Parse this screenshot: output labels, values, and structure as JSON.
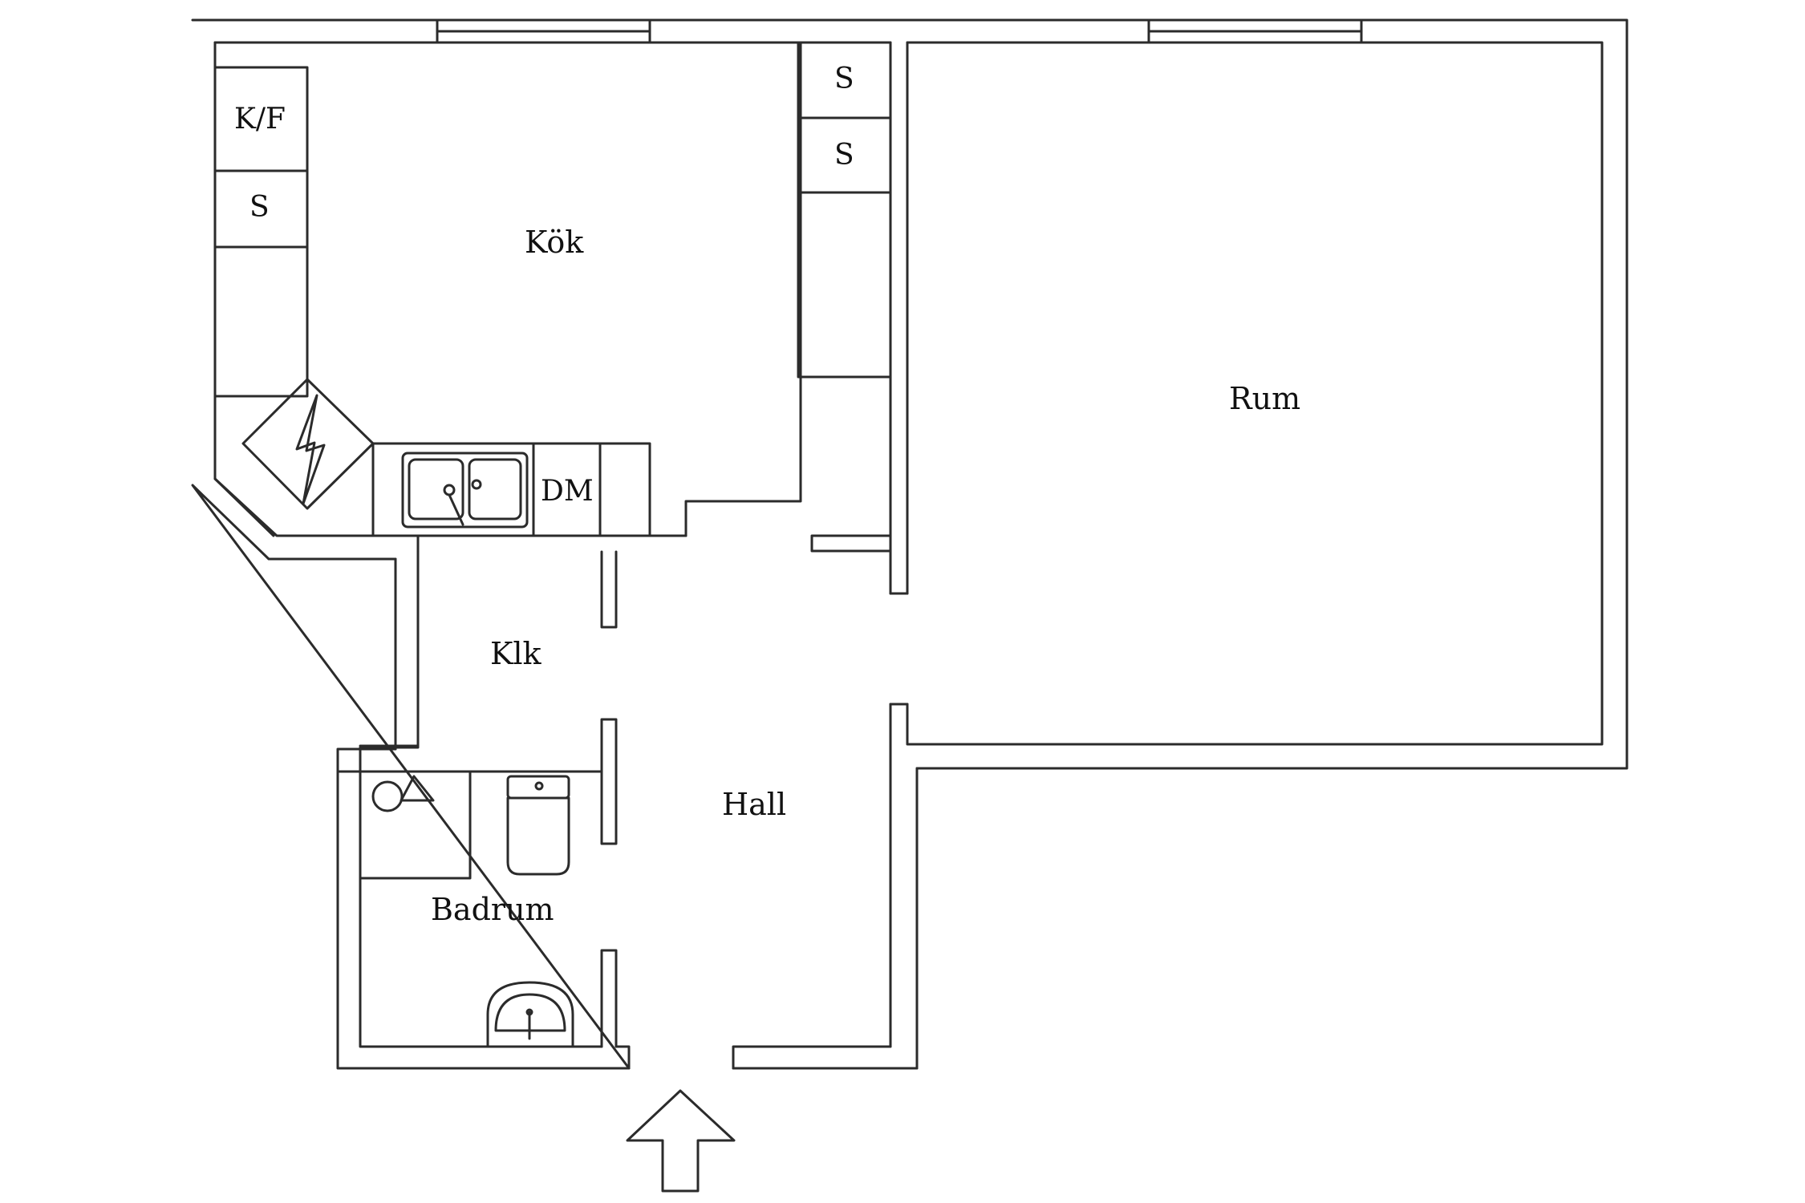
{
  "rooms": {
    "kitchen": "Kök",
    "living_room": "Rum",
    "closet": "Klk",
    "hall": "Hall",
    "bathroom": "Badrum"
  },
  "fixtures": {
    "fridge_freezer": "K/F",
    "cabinet_left": "S",
    "cabinet_top": "S",
    "cabinet_second": "S",
    "dishwasher": "DM"
  },
  "icons": {
    "stove": "stove-icon",
    "sink": "double-sink-icon",
    "shower": "shower-icon",
    "toilet": "toilet-icon",
    "washbasin": "washbasin-icon",
    "entrance": "entrance-arrow-icon"
  },
  "colors": {
    "line": "#2b2b2b",
    "background": "#ffffff"
  }
}
